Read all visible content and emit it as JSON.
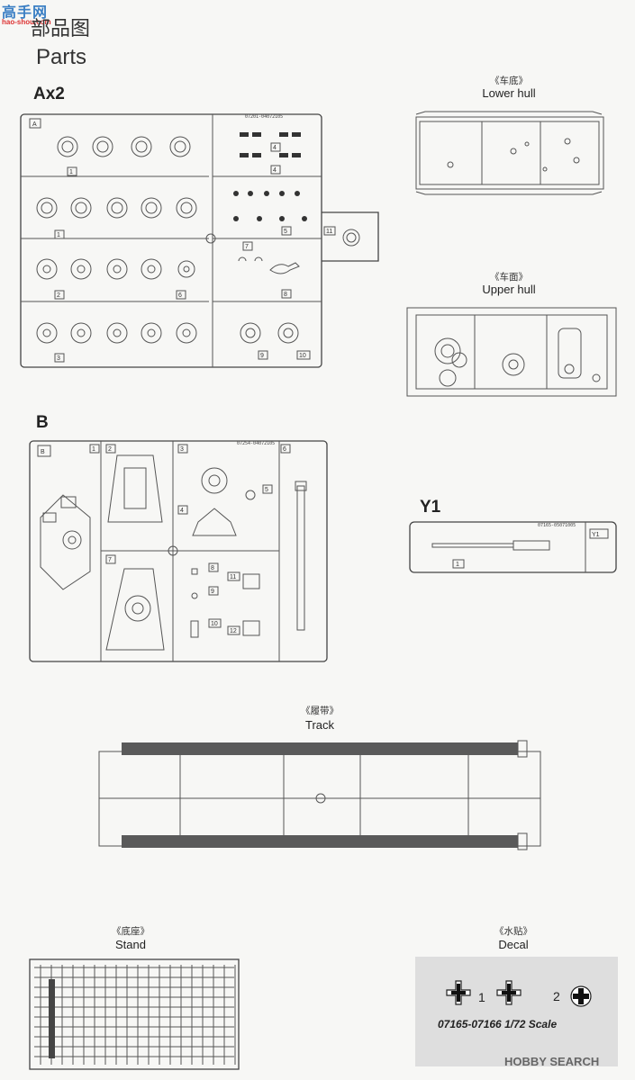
{
  "watermark": {
    "logo_text": "高手网",
    "site": "hao-shou.com",
    "footer": "HOBBY SEARCH"
  },
  "header": {
    "title_cn": "部品图",
    "title_en": "Parts"
  },
  "sprues": {
    "A": {
      "title": "Ax2",
      "letter": "A",
      "code": "07201-04072105"
    },
    "B": {
      "title": "B",
      "letter": "B",
      "code": "07254-04072105"
    },
    "Y1": {
      "title": "Y1",
      "code": "07165-05071005"
    }
  },
  "lower_hull": {
    "label_cn": "《车底》",
    "label_en": "Lower hull"
  },
  "upper_hull": {
    "label_cn": "《车面》",
    "label_en": "Upper hull"
  },
  "track": {
    "label_cn": "《履带》",
    "label_en": "Track"
  },
  "stand": {
    "label_cn": "《底座》",
    "label_en": "Stand"
  },
  "decal": {
    "label_cn": "《水贴》",
    "label_en": "Decal",
    "num1": "1",
    "num2": "2",
    "scale_text": "07165-07166 1/72 Scale"
  },
  "partnums": {
    "A": [
      "1",
      "1",
      "2",
      "3",
      "4",
      "4",
      "5",
      "6",
      "7",
      "8",
      "9",
      "10",
      "11"
    ],
    "B": [
      "1",
      "2",
      "3",
      "4",
      "5",
      "6",
      "7",
      "8",
      "9",
      "10",
      "11",
      "12"
    ],
    "Y1": [
      "1"
    ]
  }
}
